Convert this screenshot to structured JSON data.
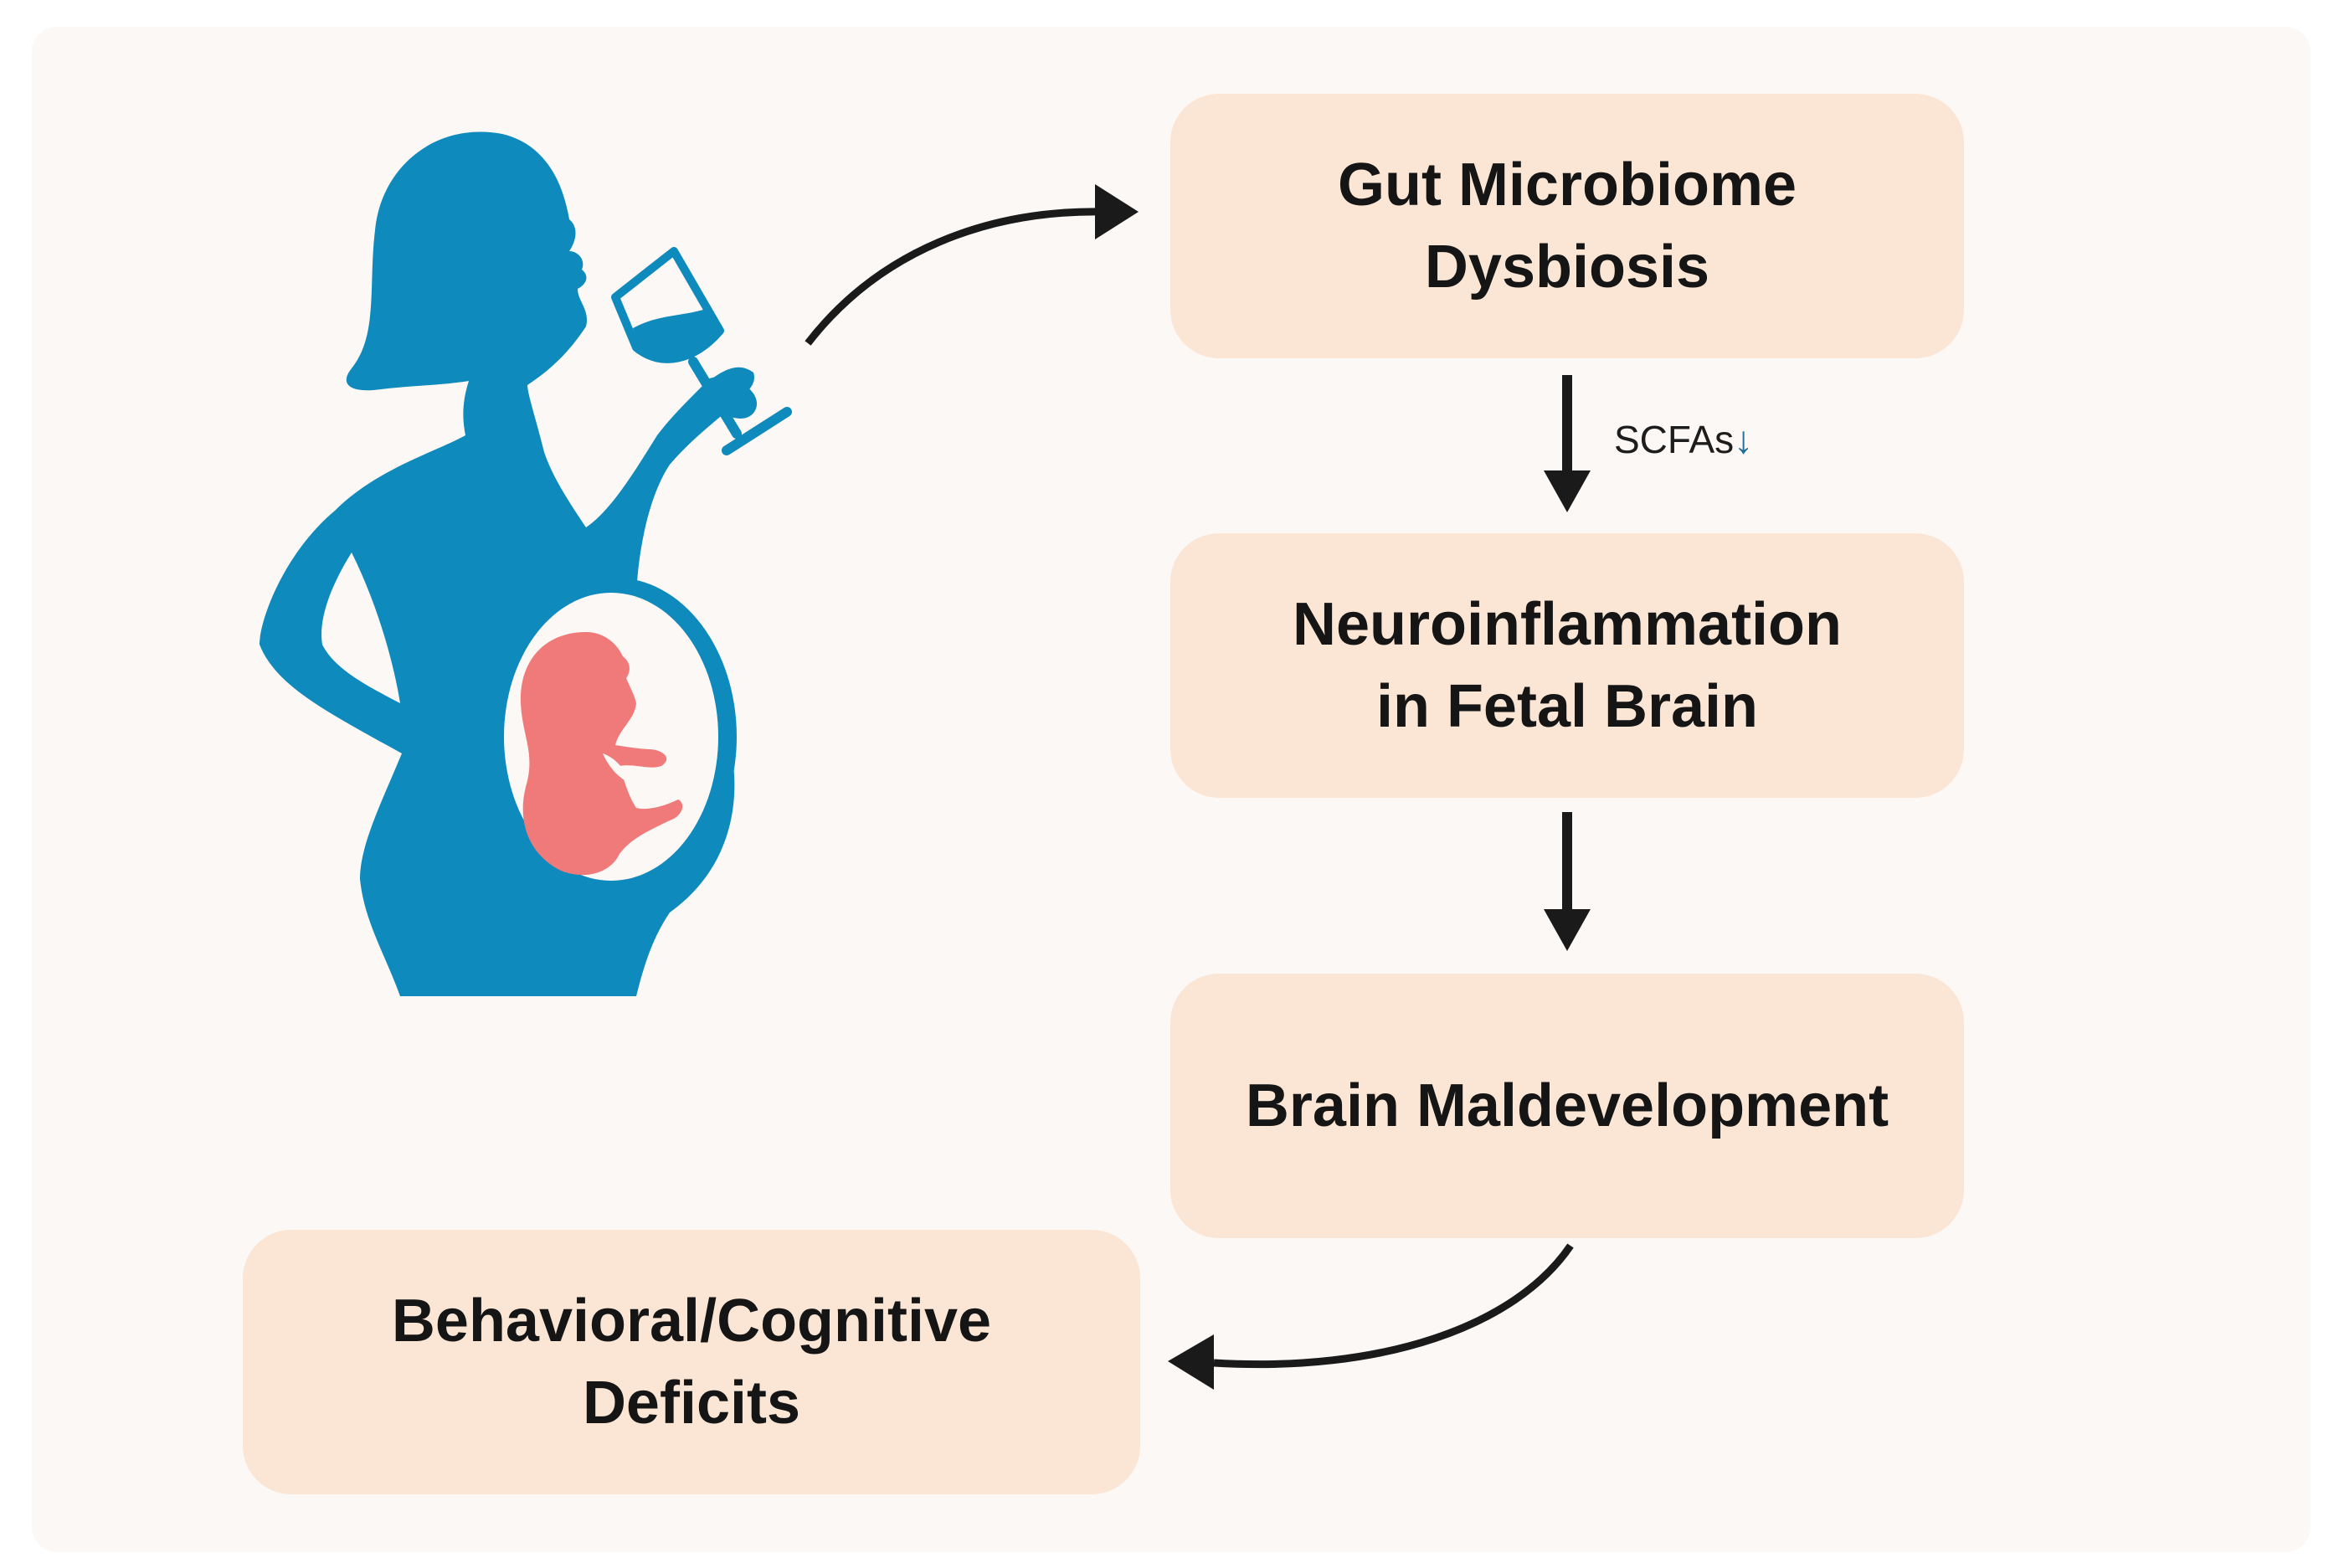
{
  "diagram": {
    "boxes": {
      "gut": "Gut Microbiome\nDysbiosis",
      "neuro": "Neuroinflammation\nin Fetal Brain",
      "brain": "Brain Maldevelopment",
      "deficits": "Behavioral/Cognitive\nDeficits"
    },
    "arrow_label": {
      "text": "SCFAs",
      "trend_symbol": "↓"
    },
    "colors": {
      "silhouette": "#0e8abd",
      "fetus": "#f07a7a",
      "box_fill": "#fbe6d5",
      "background": "#fcf8f5",
      "arrow": "#1a1a1a"
    },
    "icons": [
      "pregnant-woman-drinking-icon",
      "wine-glass-icon",
      "fetus-icon"
    ]
  }
}
